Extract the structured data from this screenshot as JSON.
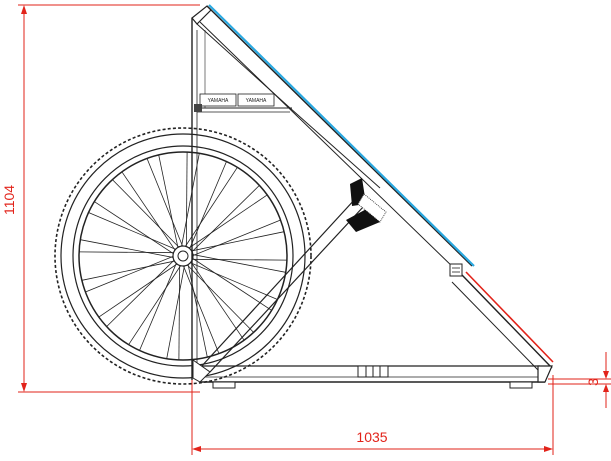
{
  "dimensions": {
    "height_label": "1104",
    "width_label": "1035",
    "gap_label": "3"
  },
  "panel_labels": [
    "YAMAHA",
    "YAMAHA"
  ],
  "colors": {
    "dimension_lines": "#e2231a",
    "panel_edge": "#29a8e0",
    "rear_edge": "#e2231a",
    "structure": "#222222"
  }
}
